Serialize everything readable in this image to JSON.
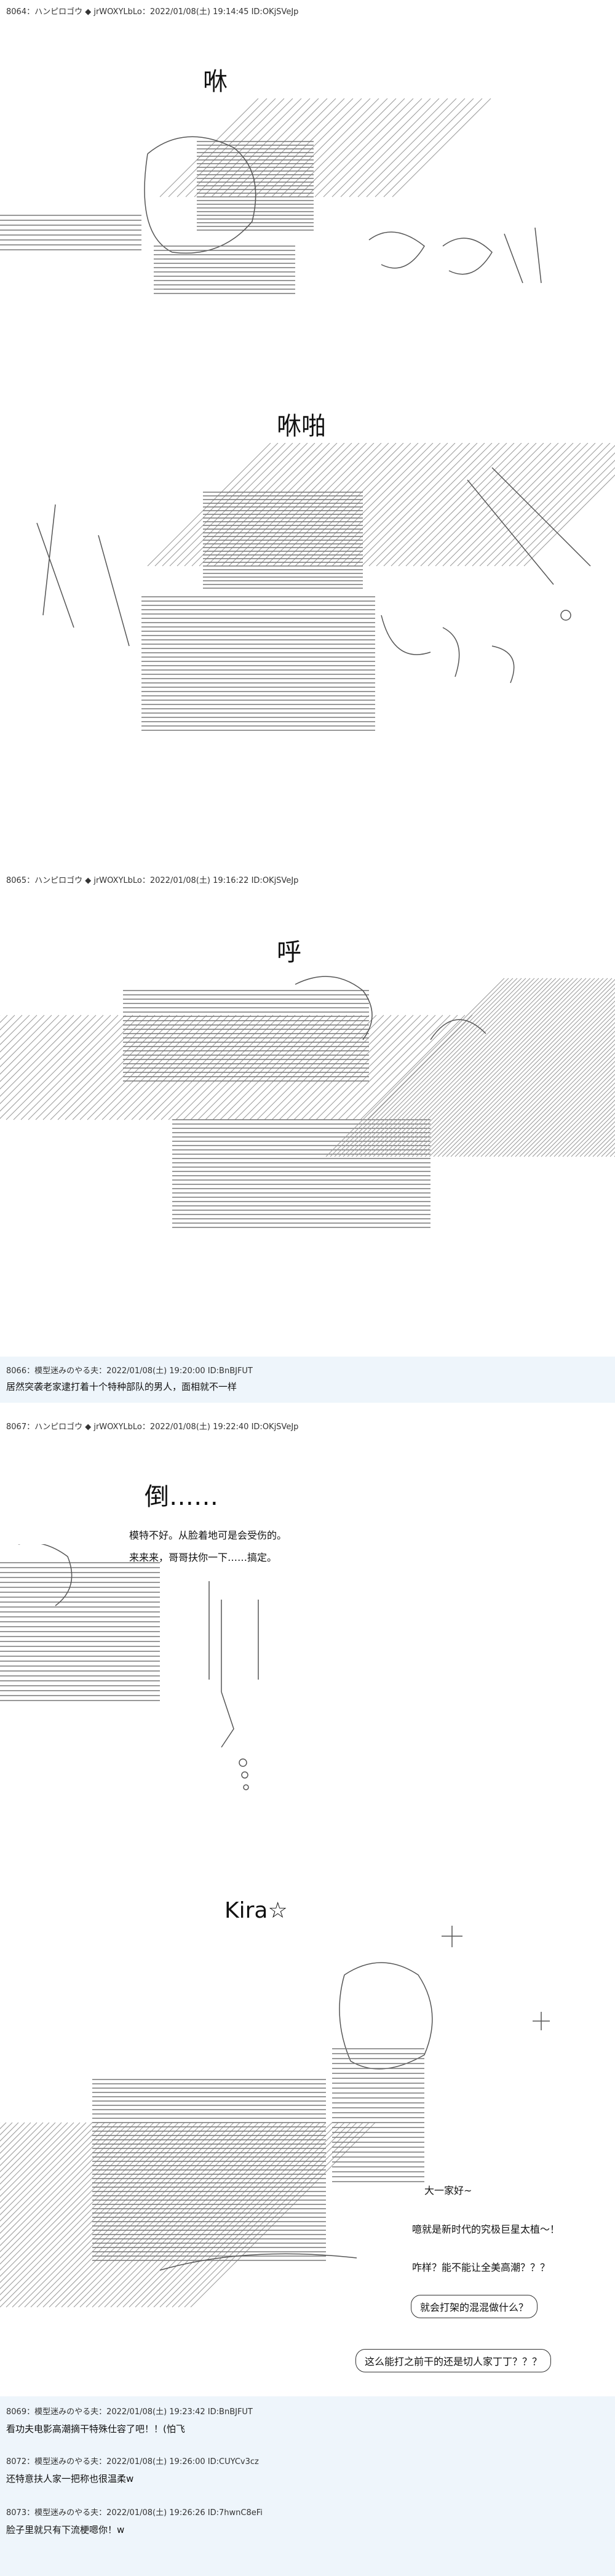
{
  "posts": [
    {
      "header": "8064：ハンピロゴウ ◆ jrWOXYLbLo：2022/01/08(土) 19:14:45 ID:OKjSVeJp",
      "sfx": [
        "咻",
        "咻啪"
      ]
    },
    {
      "header": "8065：ハンピロゴウ ◆ jrWOXYLbLo：2022/01/08(土) 19:16:22 ID:OKjSVeJp",
      "sfx": [
        "呼"
      ]
    },
    {
      "header": "8067：ハンピロゴウ ◆ jrWOXYLbLo：2022/01/08(土) 19:22:40 ID:OKjSVeJp",
      "sfx": [
        "倒……",
        "Kira☆"
      ],
      "dialog_1": [
        "模特不好。从脸着地可是会受伤的。",
        "来来来，哥哥扶你一下……搞定。"
      ],
      "dialog_2": [
        "大一家好~",
        "噫就是新时代的究极巨星太植～！",
        "咋样？能不能让全美高潮？？？"
      ],
      "bubbles": [
        "就会打架的混混做什么？",
        "这么能打之前干的还是切人家丁丁？？？"
      ]
    }
  ],
  "replies": [
    {
      "header": "8066：模型迷みのやる夫：2022/01/08(土) 19:20:00 ID:BnBJFUT",
      "body": "居然突袭老家逮打着十个特种部队的男人，面相就不一样"
    },
    {
      "header": "8069：模型迷みのやる夫：2022/01/08(土) 19:23:42 ID:BnBJFUT",
      "body": "看功夫电影高潮摘干特殊仕容了吧！！(怕飞"
    },
    {
      "header": "8072：模型迷みのやる夫：2022/01/08(土) 19:26:00 ID:CUYCv3cz",
      "body": "还特意扶人家一把称也很温柔w"
    },
    {
      "header": "8073：模型迷みのやる夫：2022/01/08(土) 19:26:26 ID:7hwnC8eFi",
      "body": "脸子里就只有下流梗嗯你！w"
    }
  ],
  "colors": {
    "reply_band": "#eef5fb",
    "text": "#111111",
    "header_text": "#333333"
  }
}
